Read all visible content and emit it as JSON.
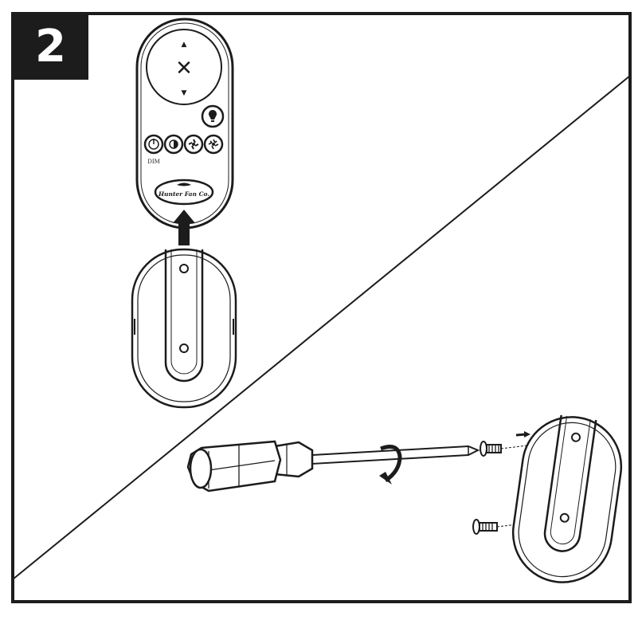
{
  "step": {
    "number": "2"
  },
  "remote": {
    "arrow_up": "▲",
    "stop_symbol": "✕",
    "arrow_down": "▼",
    "dim_label": "DIM",
    "logo_text": "Hunter Fan Co."
  },
  "icons": [
    "light-bulb-icon",
    "power-icon",
    "dim-icon",
    "fan-speed-icon",
    "fan-speed-icon"
  ],
  "colors": {
    "ink": "#1c1c1c",
    "paper": "#ffffff"
  }
}
